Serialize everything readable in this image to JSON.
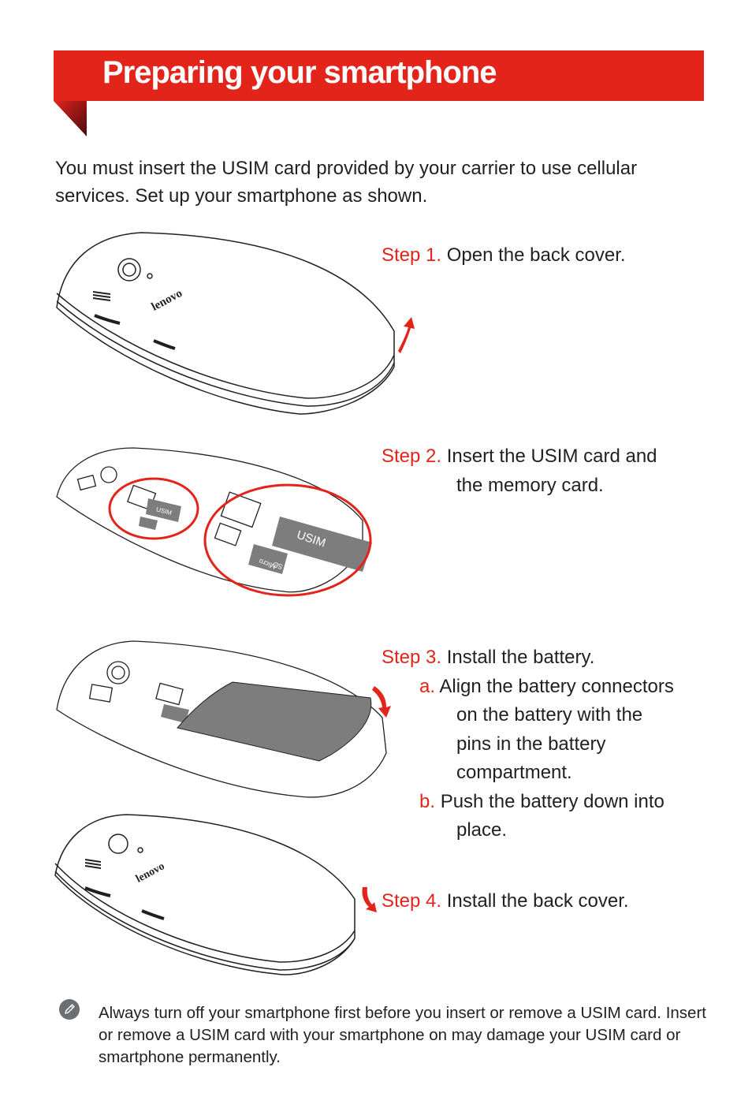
{
  "page": {
    "title": "Preparing your smartphone",
    "intro": "You must insert the USIM card provided by your carrier to use cellular services. Set up your smartphone as shown."
  },
  "steps": [
    {
      "label": "Step 1.",
      "text": "Open the back cover."
    },
    {
      "label": "Step 2.",
      "text": "Insert the USIM card and",
      "text2": "the memory card."
    },
    {
      "label": "Step 3.",
      "text": "Install the battery.",
      "subs": [
        {
          "label": "a.",
          "lines": [
            "Align the battery connectors",
            "on the battery with the",
            "pins in the battery",
            "compartment."
          ]
        },
        {
          "label": "b.",
          "lines": [
            "Push the battery down into",
            "place."
          ]
        }
      ]
    },
    {
      "label": "Step 4.",
      "text": "Install the back cover."
    }
  ],
  "illustration_text": {
    "brand": "lenovo",
    "usim": "USIM",
    "microsd_1": "Micro",
    "microsd_2": "SD"
  },
  "note": {
    "icon": "pencil-icon",
    "text": "Always turn off your smartphone first before you insert or remove a USIM card. Insert or remove a USIM card with your smartphone on may damage your USIM card or smartphone permanently."
  },
  "colors": {
    "accent": "#e3241b",
    "accent_dark": "#6b0d12",
    "text": "#231f20",
    "battery": "#7d7d7d"
  }
}
